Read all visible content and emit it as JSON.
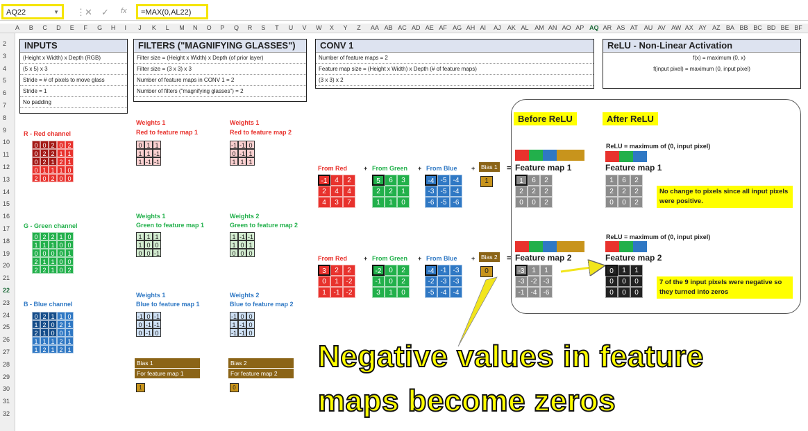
{
  "formula_bar": {
    "name_box": "AQ22",
    "formula": "=MAX(0,AL22)",
    "fx": "fx"
  },
  "columns": [
    "A",
    "B",
    "C",
    "D",
    "E",
    "F",
    "G",
    "H",
    "I",
    "J",
    "K",
    "L",
    "M",
    "N",
    "O",
    "P",
    "Q",
    "R",
    "S",
    "T",
    "U",
    "V",
    "W",
    "X",
    "Y",
    "Z",
    "AA",
    "AB",
    "AC",
    "AD",
    "AE",
    "AF",
    "AG",
    "AH",
    "AI",
    "AJ",
    "AK",
    "AL",
    "AM",
    "AN",
    "AO",
    "AP",
    "AQ",
    "AR",
    "AS",
    "AT",
    "AU",
    "AV",
    "AW",
    "AX",
    "AY",
    "AZ",
    "BA",
    "BB",
    "BC",
    "BD",
    "BE",
    "BF"
  ],
  "rows": [
    "2",
    "3",
    "4",
    "5",
    "6",
    "7",
    "8",
    "9",
    "10",
    "11",
    "12",
    "13",
    "14",
    "15",
    "16",
    "17",
    "18",
    "19",
    "20",
    "21",
    "22",
    "23",
    "24",
    "25",
    "26",
    "27",
    "28",
    "29",
    "30",
    "31",
    "32"
  ],
  "inputs": {
    "title": "INPUTS",
    "lines": [
      "(Height x Width) x Depth (RGB)",
      "(5 x 5) x 3",
      "Stride = # of pixels to move glass",
      "Stride = 1",
      "No padding"
    ]
  },
  "filters": {
    "title": "FILTERS (\"MAGNIFYING GLASSES\")",
    "lines": [
      "Filter size = (Height x Width) x Depth (of prior layer)",
      "Filter size = (3 x 3) x 3",
      "Number of feature maps in CONV 1 = 2",
      "Number of filters (\"magnifying glasses\") = 2"
    ]
  },
  "conv": {
    "title": "CONV 1",
    "lines": [
      "Number of feature maps = 2",
      "Feature map size = (Height x Width) x Depth (# of feature maps)",
      "(3 x 3) x 2"
    ]
  },
  "relu": {
    "title": "ReLU - Non-Linear Activation",
    "lines": [
      "f(x) =  maximum (0, x)",
      "f(input pixel) =  maximum (0, input pixel)"
    ]
  },
  "channels": {
    "red": {
      "label": "R - Red channel",
      "grid": [
        [
          0,
          0,
          2,
          0,
          2
        ],
        [
          0,
          2,
          2,
          1,
          1
        ],
        [
          0,
          2,
          1,
          2,
          1
        ],
        [
          0,
          1,
          1,
          1,
          0
        ],
        [
          2,
          0,
          2,
          0,
          0
        ]
      ]
    },
    "green": {
      "label": "G - Green channel",
      "grid": [
        [
          0,
          2,
          2,
          1,
          0
        ],
        [
          1,
          1,
          1,
          0,
          0
        ],
        [
          0,
          0,
          0,
          0,
          1
        ],
        [
          2,
          1,
          1,
          0,
          0
        ],
        [
          2,
          2,
          1,
          0,
          2
        ]
      ]
    },
    "blue": {
      "label": "B - Blue channel",
      "grid": [
        [
          0,
          2,
          1,
          1,
          0
        ],
        [
          1,
          2,
          0,
          2,
          1
        ],
        [
          2,
          1,
          0,
          0,
          1
        ],
        [
          1,
          1,
          1,
          2,
          1
        ],
        [
          1,
          2,
          1,
          2,
          1
        ]
      ]
    }
  },
  "weights": {
    "red1": {
      "heading": "Weights 1",
      "sub": "Red to feature map 1",
      "grid": [
        [
          "0",
          "1",
          "1"
        ],
        [
          "1",
          "1",
          "-1"
        ],
        [
          "1",
          "-1",
          "-1"
        ]
      ]
    },
    "red2": {
      "heading": "Weights 1",
      "sub": "Red to feature map 2",
      "grid": [
        [
          "-1",
          "-1",
          "0"
        ],
        [
          "0",
          "-1",
          "1"
        ],
        [
          "1",
          "1",
          "1"
        ]
      ]
    },
    "green1": {
      "heading": "Weights 1",
      "sub": "Green to feature map 1",
      "grid": [
        [
          "1",
          "1",
          "1"
        ],
        [
          "1",
          "0",
          "0"
        ],
        [
          "0",
          "0",
          "-1"
        ]
      ]
    },
    "green2": {
      "heading": "Weights 2",
      "sub": "Green to feature map 2",
      "grid": [
        [
          "1",
          "-1",
          "-1"
        ],
        [
          "1",
          "0",
          "1"
        ],
        [
          "0",
          "0",
          "0"
        ]
      ]
    },
    "blue1": {
      "heading": "Weights 1",
      "sub": "Blue to feature map 1",
      "grid": [
        [
          "-1",
          "0",
          "-1"
        ],
        [
          "0",
          "-1",
          "-1"
        ],
        [
          "0",
          "-1",
          "0"
        ]
      ]
    },
    "blue2": {
      "heading": "Weights 2",
      "sub": "Blue to feature map 2",
      "grid": [
        [
          "-1",
          "0",
          "0"
        ],
        [
          "1",
          "-1",
          "0"
        ],
        [
          "-1",
          "-1",
          "0"
        ]
      ]
    }
  },
  "bias": {
    "b1": {
      "label": "Bias 1",
      "sub": "For feature map 1",
      "value": "1"
    },
    "b2": {
      "label": "Bias 2",
      "sub": "For feature map 2",
      "value": "0"
    }
  },
  "conv_rows": {
    "fm1": {
      "from_red": "From Red",
      "from_green": "From Green",
      "from_blue": "From Blue",
      "plus": "+",
      "equals": "=",
      "red": [
        [
          "-1",
          "4",
          "2"
        ],
        [
          "2",
          "4",
          "4"
        ],
        [
          "4",
          "3",
          "7"
        ]
      ],
      "green": [
        [
          "5",
          "6",
          "3"
        ],
        [
          "2",
          "2",
          "1"
        ],
        [
          "1",
          "1",
          "0"
        ]
      ],
      "blue": [
        [
          "-4",
          "-5",
          "-4"
        ],
        [
          "-3",
          "-5",
          "-4"
        ],
        [
          "-6",
          "-5",
          "-6"
        ]
      ],
      "bias_label": "Bias 1",
      "bias_value": "1",
      "result_title": "Feature map 1",
      "result": [
        [
          "1",
          "6",
          "2"
        ],
        [
          "2",
          "2",
          "2"
        ],
        [
          "0",
          "0",
          "2"
        ]
      ]
    },
    "fm2": {
      "from_red": "From Red",
      "from_green": "From Green",
      "from_blue": "From Blue",
      "plus": "+",
      "equals": "=",
      "red": [
        [
          "3",
          "2",
          "2"
        ],
        [
          "0",
          "1",
          "-2"
        ],
        [
          "1",
          "-1",
          "-2"
        ]
      ],
      "green": [
        [
          "-2",
          "0",
          "2"
        ],
        [
          "-1",
          "0",
          "2"
        ],
        [
          "3",
          "1",
          "0"
        ]
      ],
      "blue": [
        [
          "-4",
          "-1",
          "-3"
        ],
        [
          "-2",
          "-3",
          "-3"
        ],
        [
          "-5",
          "-4",
          "-4"
        ]
      ],
      "bias_label": "Bias 2",
      "bias_value": "0",
      "result_title": "Feature map 2",
      "result": [
        [
          "-3",
          "1",
          "1"
        ],
        [
          "-3",
          "-2",
          "-3"
        ],
        [
          "-1",
          "-4",
          "-6"
        ]
      ]
    }
  },
  "relu_panel": {
    "before": "Before ReLU",
    "after": "After ReLU",
    "rule1": "ReLU = maximum of (0, input pixel)",
    "rule2": "ReLU = maximum of (0, input pixel)",
    "fm1_title": "Feature map 1",
    "fm1_after": [
      [
        "1",
        "6",
        "2"
      ],
      [
        "2",
        "2",
        "2"
      ],
      [
        "0",
        "0",
        "2"
      ]
    ],
    "fm1_note": "No change to pixels since all input pixels were positive.",
    "fm2_title": "Feature map 2",
    "fm2_after": [
      [
        "0",
        "1",
        "1"
      ],
      [
        "0",
        "0",
        "0"
      ],
      [
        "0",
        "0",
        "0"
      ]
    ],
    "fm2_note": "7 of the 9 input pixels were negative so they turned into zeros"
  },
  "caption": {
    "line1": "Negative values in feature",
    "line2": "maps become zeros"
  },
  "colors": {
    "red": "#e8322d",
    "green": "#22b04b",
    "blue": "#2f78c4",
    "gold": "#c8941c",
    "yellow": "#ffff00"
  }
}
